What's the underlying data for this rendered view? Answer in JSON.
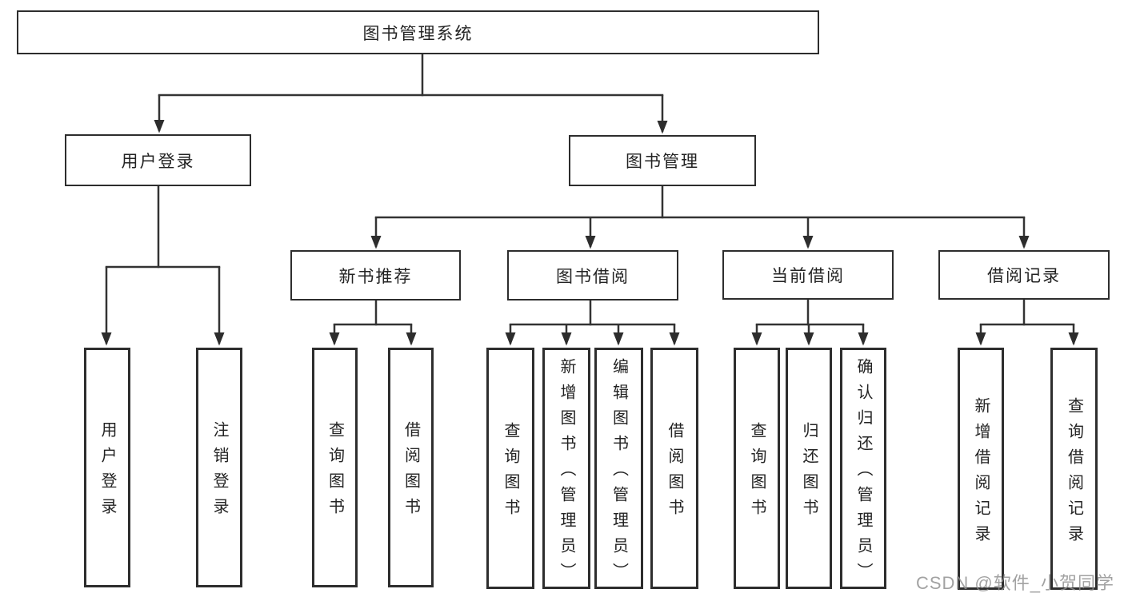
{
  "title": "图书管理系统",
  "watermark": {
    "text": "CSDN @软件_小贺同学",
    "color": "#8e8e8e"
  },
  "colors": {
    "line": "#333333",
    "box_border": "#2d2d2d",
    "text": "#232323",
    "background": "#ffffff"
  },
  "tree": {
    "label": "图书管理系统",
    "children": [
      {
        "label": "用户登录",
        "children": [
          {
            "label": "用户登录"
          },
          {
            "label": "注销登录"
          }
        ]
      },
      {
        "label": "图书管理",
        "children": [
          {
            "label": "新书推荐",
            "children": [
              {
                "label": "查询图书"
              },
              {
                "label": "借阅图书"
              }
            ]
          },
          {
            "label": "图书借阅",
            "children": [
              {
                "label": "查询图书"
              },
              {
                "label": "新增图书（管理员）"
              },
              {
                "label": "编辑图书（管理员）"
              },
              {
                "label": "借阅图书"
              }
            ]
          },
          {
            "label": "当前借阅",
            "children": [
              {
                "label": "查询图书"
              },
              {
                "label": "归还图书"
              },
              {
                "label": "确认归还（管理员）"
              }
            ]
          },
          {
            "label": "借阅记录",
            "children": [
              {
                "label": "新增借阅记录"
              },
              {
                "label": "查询借阅记录"
              }
            ]
          }
        ]
      }
    ]
  }
}
